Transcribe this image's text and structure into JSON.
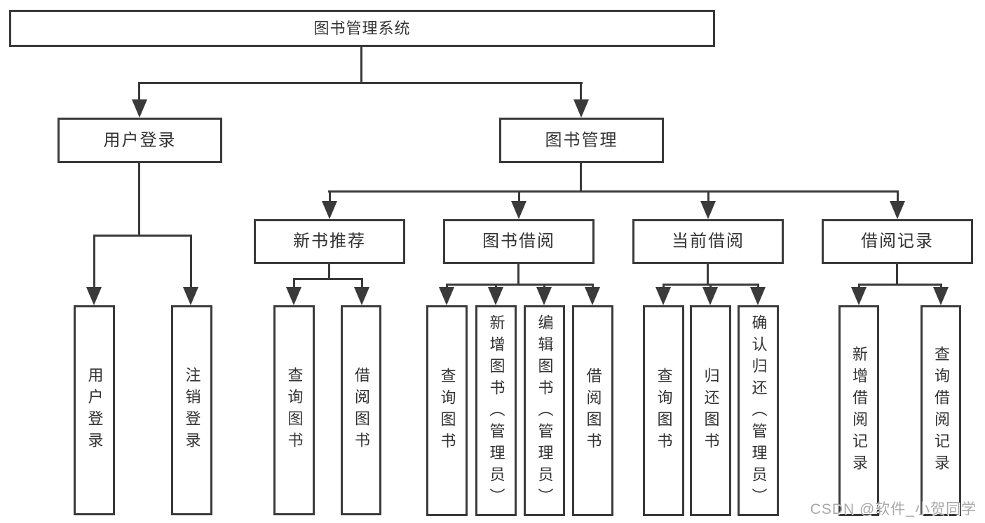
{
  "tree": {
    "root": {
      "label": "图书管理系统"
    },
    "branches": [
      {
        "label": "用户登录",
        "children": [
          {
            "label": "用户登录"
          },
          {
            "label": "注销登录"
          }
        ]
      },
      {
        "label": "图书管理",
        "children": [
          {
            "label": "新书推荐",
            "children": [
              {
                "label": "查询图书"
              },
              {
                "label": "借阅图书"
              }
            ]
          },
          {
            "label": "图书借阅",
            "children": [
              {
                "label": "查询图书"
              },
              {
                "label": "新增图书（管理员）"
              },
              {
                "label": "编辑图书（管理员）"
              },
              {
                "label": "借阅图书"
              }
            ]
          },
          {
            "label": "当前借阅",
            "children": [
              {
                "label": "查询图书"
              },
              {
                "label": "归还图书"
              },
              {
                "label": "确认归还（管理员）"
              }
            ]
          },
          {
            "label": "借阅记录",
            "children": [
              {
                "label": "新增借阅记录"
              },
              {
                "label": "查询借阅记录"
              }
            ]
          }
        ]
      }
    ]
  },
  "watermark": {
    "text": "CSDN @软件_小贺同学"
  },
  "colors": {
    "line": "#3a3a3a",
    "text": "#333333",
    "watermark": "#a9a9a9"
  }
}
